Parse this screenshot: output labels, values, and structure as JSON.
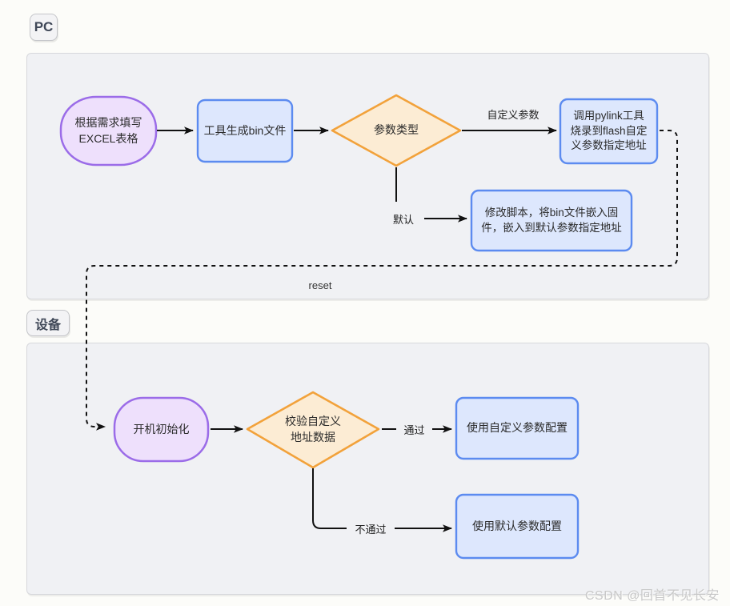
{
  "diagram": {
    "sections": {
      "pc": {
        "label": "PC"
      },
      "device": {
        "label": "设备"
      }
    },
    "nodes": {
      "fill_excel": "根据需求填写\nEXCEL表格",
      "gen_bin": "工具生成bin文件",
      "param_type": "参数类型",
      "pylink_flash": "调用pylink工具\n烧录到flash自定\n义参数指定地址",
      "modify_script": "修改脚本，将bin文件嵌入固\n件，嵌入到默认参数指定地址",
      "boot_init": "开机初始化",
      "verify_addr": "校验自定义\n地址数据",
      "use_custom": "使用自定义参数配置",
      "use_default": "使用默认参数配置"
    },
    "edges": {
      "custom_param": "自定义参数",
      "default": "默认",
      "reset": "reset",
      "pass": "通过",
      "fail": "不通过"
    },
    "colors": {
      "purple_border": "#9b6ce8",
      "purple_fill": "#eee0fc",
      "blue_border": "#5c8bf0",
      "blue_fill": "#dde7fd",
      "orange_border": "#f2a23b",
      "orange_fill": "#fcecd4",
      "arrow": "#111111",
      "panel_fill": "#f0f1f4"
    },
    "watermark": "CSDN @回首不见长安"
  }
}
